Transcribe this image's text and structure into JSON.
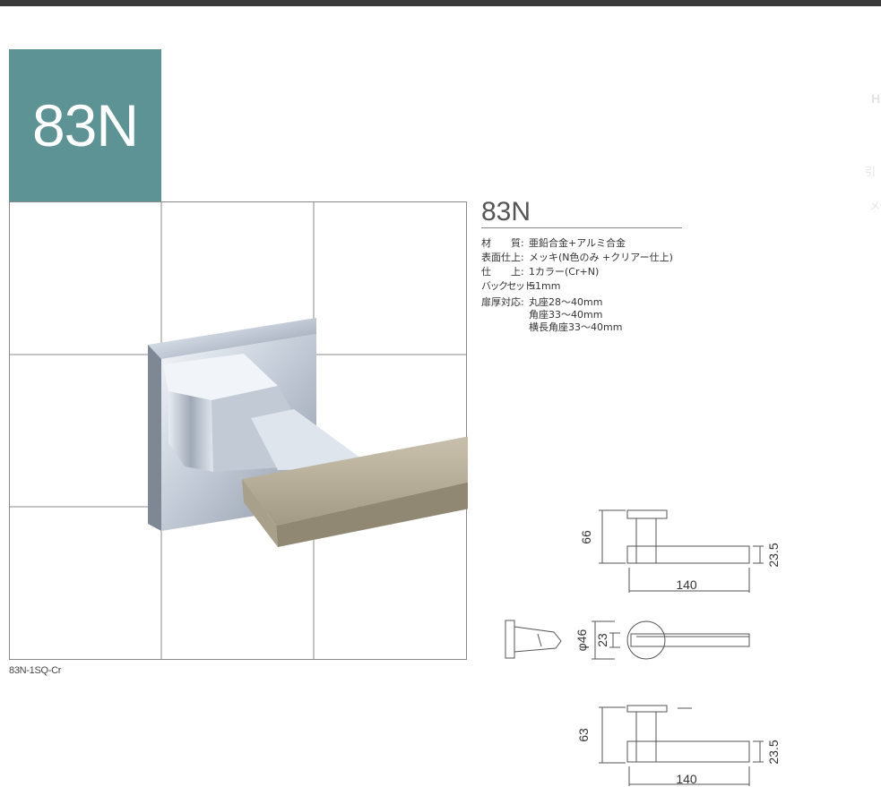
{
  "model": "83N",
  "caption": "83N-1SQ-Cr",
  "spec": {
    "title": "83N",
    "rows": [
      {
        "label": "材　　質:",
        "value": "亜鉛合金+アルミ合金"
      },
      {
        "label": "表面仕上:",
        "value": "メッキ(N色のみ +クリアー仕上)"
      },
      {
        "label": "仕　　上:",
        "value": "1カラー(Cr+N)"
      },
      {
        "label": "バックセット:",
        "value": "51mm"
      },
      {
        "label": "扉厚対応:",
        "value": "丸座28〜40mm"
      }
    ],
    "continuation": [
      "角座33〜40mm",
      "横長角座33〜40mm"
    ]
  },
  "side_text": [
    "H",
    "引",
    "メ"
  ],
  "dims": {
    "d1": {
      "height": "66",
      "grip": "23.5",
      "length": "140"
    },
    "d2": {
      "diameter": "φ46",
      "inner": "23"
    },
    "d3": {
      "height": "63",
      "grip": "23.5",
      "length": "140"
    }
  },
  "colors": {
    "accent": "#5e9395",
    "lever_satin": "#c4bba8",
    "chrome": "#d6dde6"
  }
}
